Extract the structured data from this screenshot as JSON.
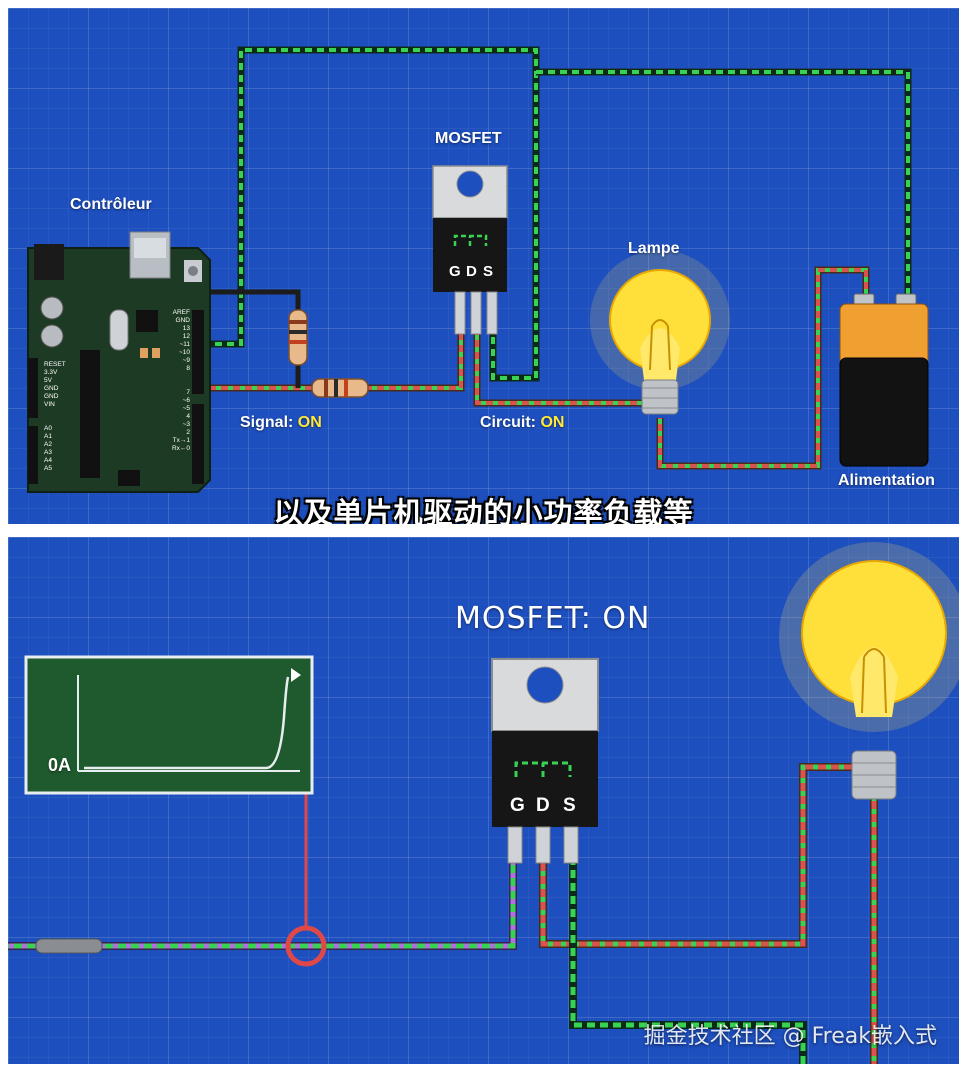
{
  "top_panel": {
    "controller_label": "Contrôleur",
    "mosfet_label": "MOSFET",
    "lamp_label": "Lampe",
    "supply_label": "Alimentation",
    "signal_label": "Signal:",
    "signal_state": "ON",
    "circuit_label": "Circuit:",
    "circuit_state": "ON",
    "pins": [
      "G",
      "D",
      "S"
    ],
    "subtitle": "以及单片机驱动的小功率负载等",
    "board_pins_right": [
      "AREF",
      "GND",
      "13",
      "12",
      "~11",
      "~10",
      "~9",
      "8",
      "7",
      "~6",
      "~5",
      "4",
      "~3",
      "2",
      "Tx→1",
      "Rx←0"
    ],
    "board_pins_left": [
      "RESET",
      "3.3V",
      "5V",
      "GND",
      "GND",
      "VIN",
      "A0",
      "A1",
      "A2",
      "A3",
      "A4",
      "A5"
    ]
  },
  "bottom_panel": {
    "mosfet_title": "MOSFET: ON",
    "pins": [
      "G",
      "D",
      "S"
    ],
    "scope_axis_label": "0A",
    "watermark": "掘金技术社区 @ Freak嵌入式"
  },
  "colors": {
    "background": "#1d4fbe",
    "wire_green_dash": "#39d353",
    "wire_red": "#d9534f",
    "wire_purple": "#b070e0",
    "state_on": "#ffe83a",
    "scope_bg": "#1f5a2e"
  }
}
